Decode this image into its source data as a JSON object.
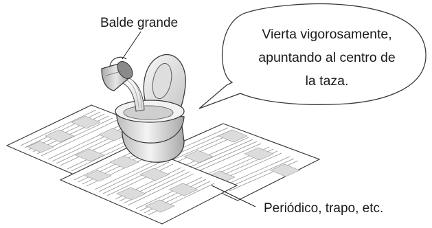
{
  "labels": {
    "bucket": "Balde grande",
    "newspaper": "Periódico, trapo, etc."
  },
  "speech_bubble": {
    "lines": [
      "Vierta vigorosamente,",
      "apuntando al centro de",
      "la taza."
    ]
  },
  "colors": {
    "outline": "#3a3a3a",
    "paper": "#ffffff",
    "paper_box": "#dcdcdc",
    "toilet_light": "#f2f2f2",
    "toilet_mid": "#cfcfcf",
    "toilet_dark": "#9a9a9a",
    "water": "#e8e8e8"
  }
}
